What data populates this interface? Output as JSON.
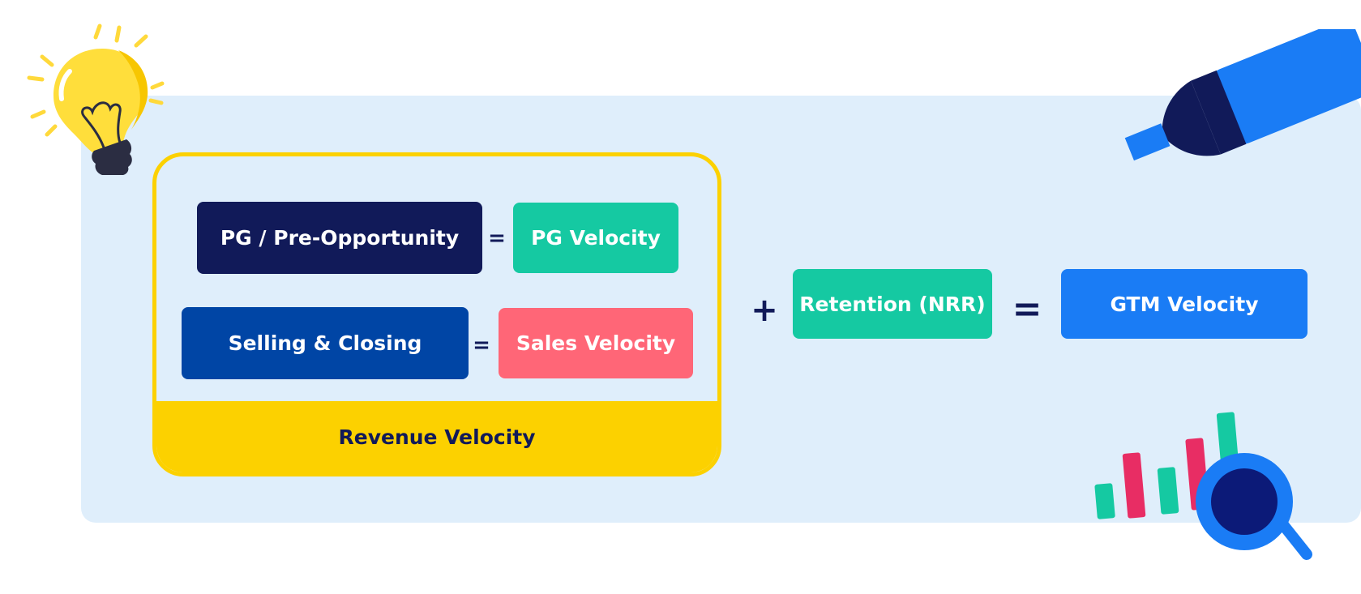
{
  "diagram": {
    "pg_pre_opportunity": "PG / Pre-Opportunity",
    "pg_velocity": "PG Velocity",
    "selling_closing": "Selling & Closing",
    "sales_velocity": "Sales Velocity",
    "revenue_velocity": "Revenue Velocity",
    "retention": "Retention (NRR)",
    "gtm_velocity": "GTM Velocity",
    "equals": "=",
    "plus": "+"
  },
  "colors": {
    "navy": "#111a59",
    "dark_blue": "#0045a5",
    "teal": "#15c9a2",
    "pink": "#ff6677",
    "yellow": "#fcd100",
    "bright_blue": "#1a7cf5",
    "panel_bg": "#dfeefb"
  },
  "icons": [
    "lightbulb-icon",
    "highlighter-marker-icon",
    "magnifier-bar-chart-icon"
  ]
}
